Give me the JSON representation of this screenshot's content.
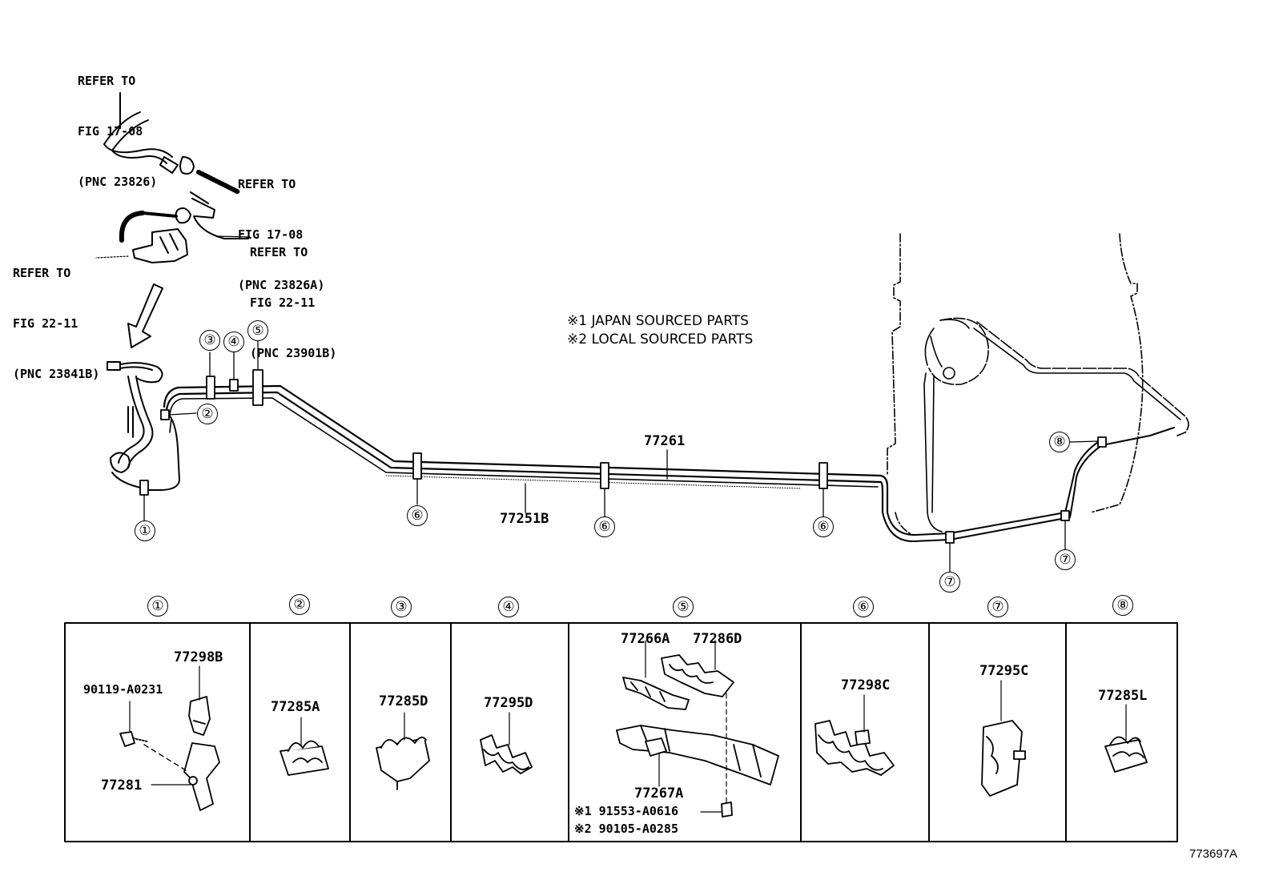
{
  "refs": {
    "top": [
      "REFER TO",
      "FIG 17-08",
      "(PNC 23826)"
    ],
    "mid": [
      "REFER TO",
      "FIG 17-08",
      "(PNC 23826A)"
    ],
    "right": [
      "REFER TO",
      "FIG 22-11",
      "(PNC 23901B)"
    ],
    "left": [
      "REFER TO",
      "FIG 22-11",
      "(PNC 23841B)"
    ]
  },
  "notes": [
    "※1 JAPAN SOURCED PARTS",
    "※2 LOCAL SOURCED PARTS"
  ],
  "main_parts": {
    "upper_line": "77261",
    "lower_line": "77251B"
  },
  "callouts": [
    "①",
    "②",
    "③",
    "④",
    "⑤",
    "⑥",
    "⑦",
    "⑧"
  ],
  "panels": [
    {
      "num": "①",
      "parts": [
        "77298B",
        "90119-A0231",
        "77281"
      ]
    },
    {
      "num": "②",
      "parts": [
        "77285A"
      ]
    },
    {
      "num": "③",
      "parts": [
        "77285D"
      ]
    },
    {
      "num": "④",
      "parts": [
        "77295D"
      ]
    },
    {
      "num": "⑤",
      "parts": [
        "77266A",
        "77286D",
        "77267A",
        "※1 91553-A0616",
        "※2 90105-A0285"
      ]
    },
    {
      "num": "⑥",
      "parts": [
        "77298C"
      ]
    },
    {
      "num": "⑦",
      "parts": [
        "77295C"
      ]
    },
    {
      "num": "⑧",
      "parts": [
        "77285L"
      ]
    }
  ],
  "figure_id": "773697A"
}
